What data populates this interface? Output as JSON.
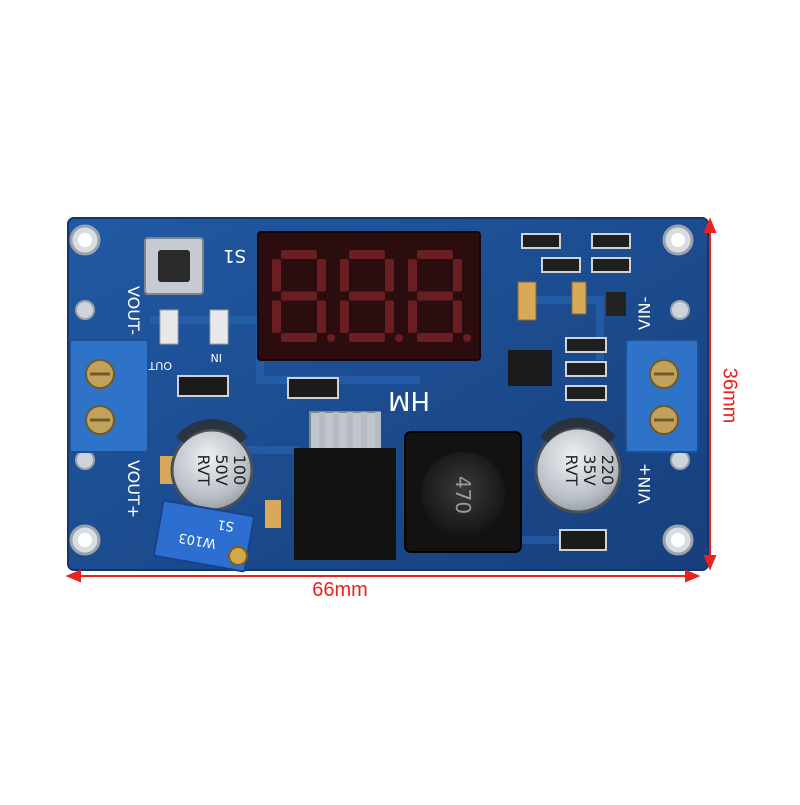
{
  "dimensions": {
    "width_label": "66mm",
    "height_label": "36mm"
  },
  "display": {
    "digits": [
      "8",
      "8",
      "8"
    ]
  },
  "silkscreen": {
    "switch_label": "S1",
    "vout_minus": "VOUT-",
    "vout_plus": "VOUT+",
    "vin_minus": "VIN-",
    "vin_plus": "VIN+",
    "led_out": "OUT",
    "led_in": "IN",
    "brand": "HM",
    "pot_marking": "W103",
    "pot_ref": "S1"
  },
  "components": {
    "cap_left": [
      "100",
      "50V",
      "RVT"
    ],
    "cap_right": [
      "220",
      "35V",
      "RVT"
    ],
    "inductor": "470"
  },
  "colors": {
    "pcb": "#1d4f93",
    "pcb_dark": "#163f7a",
    "terminal": "#2f73c8",
    "cap_body": "#c9ced3",
    "dimension": "#e8231f",
    "display_off": "#3a1214",
    "display_on": "#6a1e22"
  }
}
